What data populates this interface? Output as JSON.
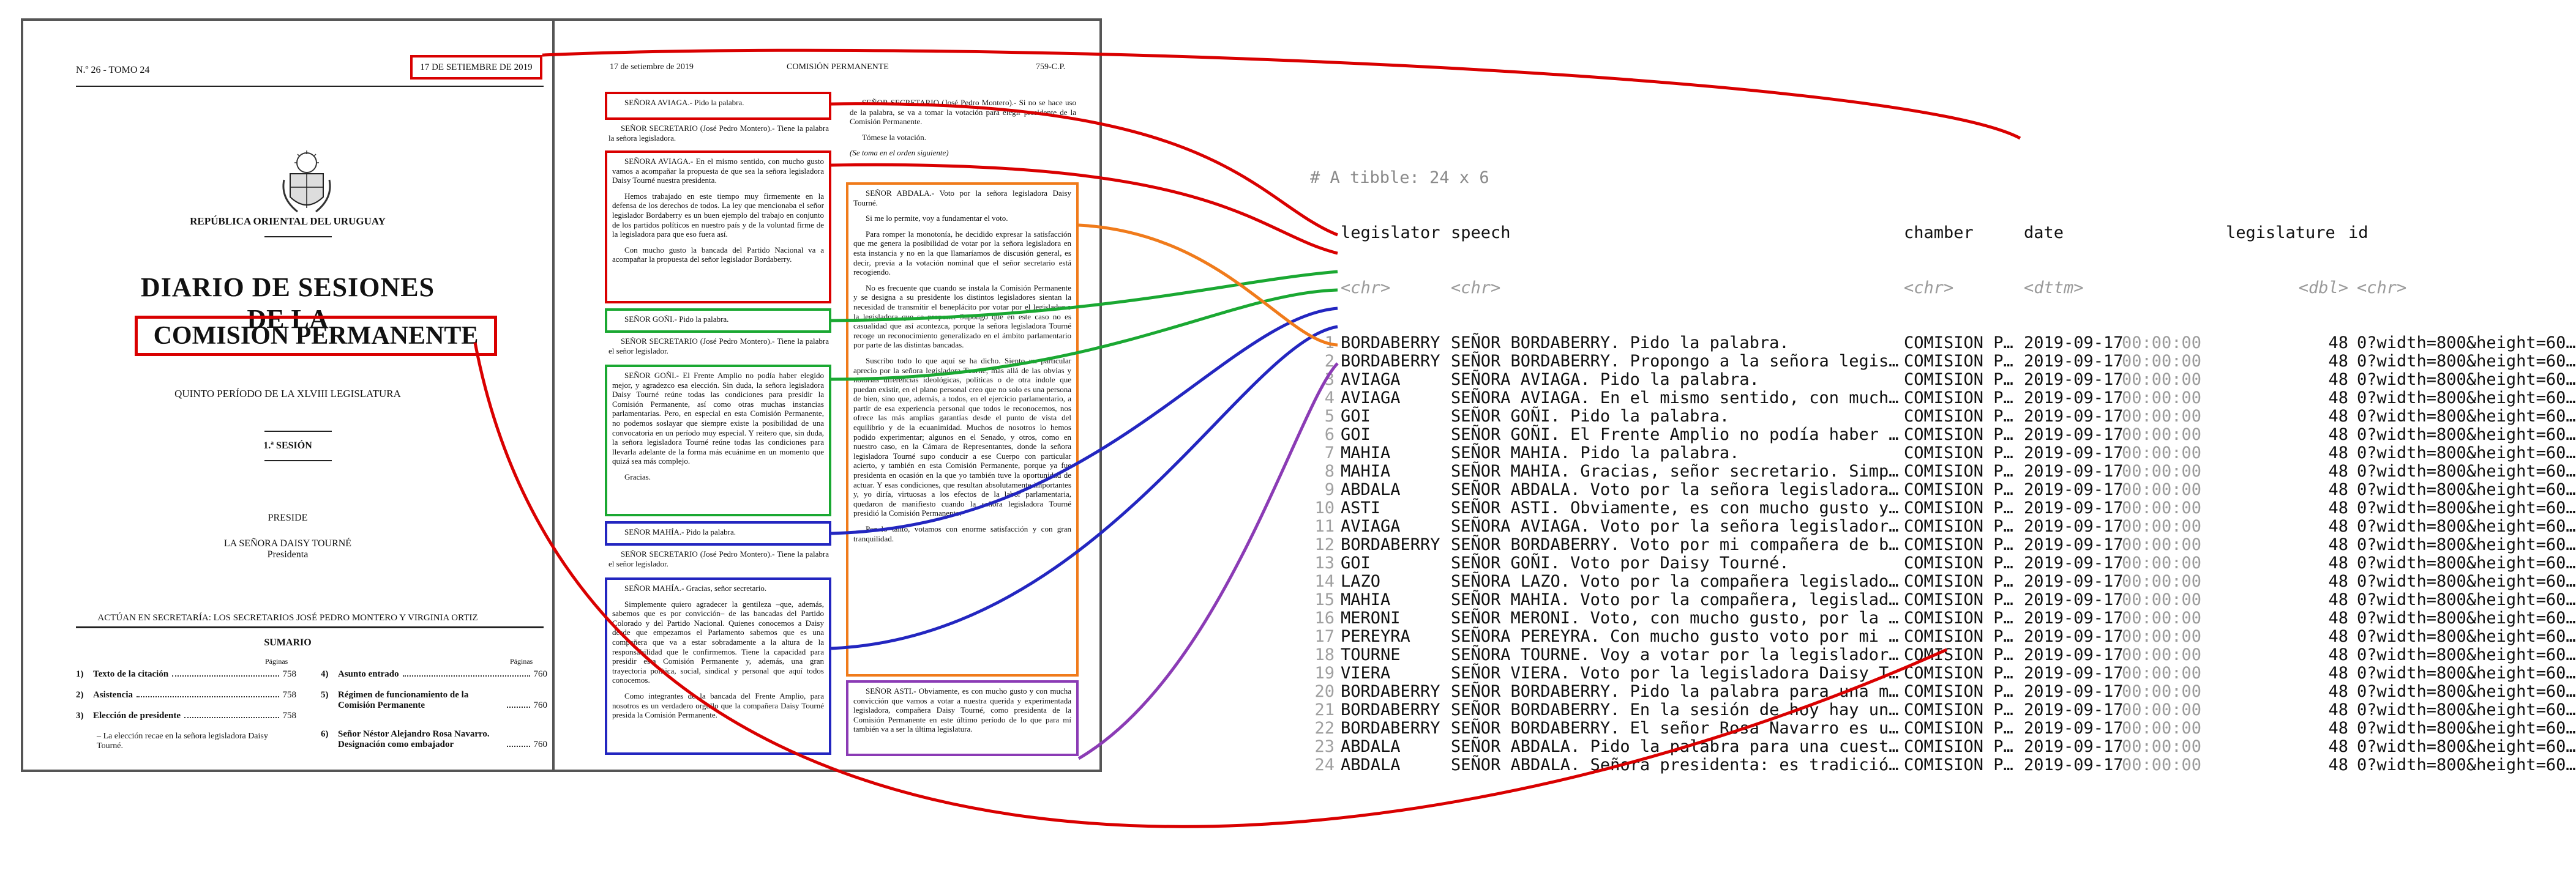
{
  "cover": {
    "issue": "N.º 26 - TOMO 24",
    "date": "17 DE SETIEMBRE DE 2019",
    "republic": "REPÚBLICA ORIENTAL DEL URUGUAY",
    "title_line1": "DIARIO DE SESIONES",
    "title_line2": "DE LA",
    "title_line3": "COMISIÓN PERMANENTE",
    "periodo": "QUINTO PERÍODO DE LA XLVIII LEGISLATURA",
    "sesion": "1.ª SESIÓN",
    "preside": "PRESIDE",
    "preside_name": "LA SEÑORA DAISY TOURNÉ",
    "preside_role": "Presidenta",
    "actuan": "ACTÚAN EN SECRETARÍA: LOS SECRETARIOS JOSÉ PEDRO MONTERO Y VIRGINIA ORTIZ",
    "sumario": "SUMARIO",
    "paginas": "Páginas",
    "items": [
      {
        "num": "1)",
        "text": "Texto de la citación",
        "page": "758"
      },
      {
        "num": "2)",
        "text": "Asistencia",
        "page": "758"
      },
      {
        "num": "3)",
        "text": "Elección de presidente",
        "page": "758"
      },
      {
        "num": "4)",
        "text": "Asunto entrado",
        "page": "760"
      },
      {
        "num": "5)",
        "text": "Régimen de funcionamiento de la Comisión Permanente",
        "page": "760"
      },
      {
        "num": "6)",
        "text": "Señor Néstor Alejandro Rosa Navarro. Designación como embajador",
        "page": "760"
      }
    ],
    "sub_item": "– La elección recae en la señora legisladora Daisy Tourné."
  },
  "right_page": {
    "date": "17 de setiembre de 2019",
    "title": "COMISIÓN PERMANENTE",
    "page": "759-C.P.",
    "col1": {
      "aviaga_short": "SEÑORA AVIAGA.- Pido la palabra.",
      "sec1": "SEÑOR SECRETARIO (José Pedro Montero).- Tiene la palabra la señora legisladora.",
      "aviaga_long": [
        "SEÑORA AVIAGA.- En el mismo sentido, con mucho gusto vamos a acompañar la propuesta de que sea la señora legisladora Daisy Tourné nuestra presidenta.",
        "Hemos trabajado en este tiempo muy firmemente en la defensa de los derechos de todos. La ley que mencionaba el señor legislador Bordaberry es un buen ejemplo del trabajo en conjunto de los partidos políticos en nuestro país y de la voluntad firme de la legisladora para que eso fuera así.",
        "Con mucho gusto la bancada del Partido Nacional va a acompañar la propuesta del señor legislador Bordaberry."
      ],
      "goni_short": "SEÑOR GOÑI.- Pido la palabra.",
      "sec2": "SEÑOR SECRETARIO (José Pedro Montero).- Tiene la palabra el señor legislador.",
      "goni_long": [
        "SEÑOR GOÑI.- El Frente Amplio no podía haber elegido mejor, y agradezco esa elección. Sin duda, la señora legisladora Daisy Tourné reúne todas las condiciones para presidir la Comisión Permanente, así como otras muchas instancias parlamentarias. Pero, en especial en esta Comisión Permanente, no podemos soslayar que siempre existe la posibilidad de una convocatoria en un período muy especial. Y reitero que, sin duda, la señora legisladora Tourné reúne todas las condiciones para llevarla adelante de la forma más ecuánime en un momento que quizá sea más complejo.",
        "Gracias."
      ],
      "mahia_short": "SEÑOR MAHÍA.- Pido la palabra.",
      "sec3": "SEÑOR SECRETARIO (José Pedro Montero).- Tiene la palabra el señor legislador.",
      "mahia_long": [
        "SEÑOR MAHÍA.- Gracias, señor secretario.",
        "Simplemente quiero agradecer la gentileza –que, además, sabemos que es por convicción– de las bancadas del Partido Colorado y del Partido Nacional. Quienes conocemos a Daisy desde que empezamos el Parlamento sabemos que es una compañera que va a estar sobradamente a la altura de la responsabilidad que le confirmemos. Tiene la capacidad para presidir esta Comisión Permanente y, además, una gran trayectoria política, social, sindical y personal que aquí todos conocemos.",
        "Como integrantes de la bancada del Frente Amplio, para nosotros es un verdadero orgullo que la compañera Daisy Tourné presida la Comisión Permanente."
      ]
    },
    "col2": {
      "sec_vote": "SEÑOR SECRETARIO (José Pedro Montero).- Si no se hace uso de la palabra, se va a tomar la votación para elegir presidente de la Comisión Permanente.",
      "tomese": "Tómese la votación.",
      "orden": "(Se toma en el orden siguiente)",
      "abdala": [
        "SEÑOR ABDALA.- Voto por la señora legisladora Daisy Tourné.",
        "Si me lo permite, voy a fundamentar el voto.",
        "Para romper la monotonía, he decidido expresar la satisfacción que me genera la posibilidad de votar por la señora legisladora en esta instancia y no en la que llamaríamos de discusión general, es decir, previa a la votación nominal que el señor secretario está recogiendo.",
        "No es frecuente que cuando se instala la Comisión Permanente y se designa a su presidente los distintos legisladores sientan la necesidad de transmitir el beneplácito por votar por el legislador o la legisladora que se propone. Supongo que en este caso no es casualidad que así acontezca, porque la señora legisladora Tourné recoge un reconocimiento generalizado en el ámbito parlamentario por parte de las distintas bancadas.",
        "Suscribo todo lo que aquí se ha dicho. Siento un particular aprecio por la señora legisladora Tourné; más allá de las obvias y notorias diferencias ideológicas, políticas o de otra índole que puedan existir, en el plano personal creo que no solo es una persona de bien, sino que, además, a todos, en el ejercicio parlamentario, a partir de esa experiencia personal que todos le reconocemos, nos ofrece las más amplias garantías desde el punto de vista del equilibrio y de la ecuanimidad. Muchos de nosotros lo hemos podido experimentar; algunos en el Senado, y otros, como en nuestro caso, en la Cámara de Representantes, donde la señora legisladora Tourné supo conducir a ese Cuerpo con particular acierto, y también en esta Comisión Permanente, porque ya fue presidenta en ocasión en la que yo también tuve la oportunidad de actuar. Y esas condiciones, que resultan absolutamente importantes y, yo diría, virtuosas a los efectos de la labor parlamentaria, quedaron de manifiesto cuando la señora legisladora Tourné presidió la Comisión Permanente.",
        "Por lo tanto, votamos con enorme satisfacción y con gran tranquilidad."
      ],
      "asti": "SEÑOR ASTI.- Obviamente, es con mucho gusto y con mucha convicción que vamos a votar a nuestra querida y experimentada legisladora, compañera Daisy Tourné, como presidenta de la Comisión Permanente en este último período de lo que para mí también va a ser la última legislatura."
    }
  },
  "tibble": {
    "comment": "# A tibble: 24 x 6",
    "columns": [
      "legislator",
      "speech",
      "chamber",
      "date",
      "legislature",
      "id"
    ],
    "types": [
      "<chr>",
      "<chr>",
      "<chr>",
      "<dttm>",
      "<dbl>",
      "<chr>"
    ],
    "rows": [
      {
        "n": "1",
        "legislator": "BORDABERRY",
        "speech": "SEÑOR BORDABERRY. Pido la palabra.",
        "chamber": "COMISION P…",
        "date": "2019-09-17",
        "time": "00:00:00",
        "legislature": "48",
        "id": "0?width=800&height=60…"
      },
      {
        "n": "2",
        "legislator": "BORDABERRY",
        "speech": "SEÑOR BORDABERRY. Propongo a la señora legis…",
        "chamber": "COMISION P…",
        "date": "2019-09-17",
        "time": "00:00:00",
        "legislature": "48",
        "id": "0?width=800&height=60…"
      },
      {
        "n": "3",
        "legislator": "AVIAGA",
        "speech": "SEÑORA AVIAGA. Pido la palabra.",
        "chamber": "COMISION P…",
        "date": "2019-09-17",
        "time": "00:00:00",
        "legislature": "48",
        "id": "0?width=800&height=60…"
      },
      {
        "n": "4",
        "legislator": "AVIAGA",
        "speech": "SEÑORA AVIAGA. En el mismo sentido, con much…",
        "chamber": "COMISION P…",
        "date": "2019-09-17",
        "time": "00:00:00",
        "legislature": "48",
        "id": "0?width=800&height=60…"
      },
      {
        "n": "5",
        "legislator": "GOI",
        "speech": "SEÑOR GOÑI. Pido la palabra.",
        "chamber": "COMISION P…",
        "date": "2019-09-17",
        "time": "00:00:00",
        "legislature": "48",
        "id": "0?width=800&height=60…"
      },
      {
        "n": "6",
        "legislator": "GOI",
        "speech": "SEÑOR GOÑI. El Frente Amplio no podía haber …",
        "chamber": "COMISION P…",
        "date": "2019-09-17",
        "time": "00:00:00",
        "legislature": "48",
        "id": "0?width=800&height=60…"
      },
      {
        "n": "7",
        "legislator": "MAHIA",
        "speech": "SEÑOR MAHIA. Pido la palabra.",
        "chamber": "COMISION P…",
        "date": "2019-09-17",
        "time": "00:00:00",
        "legislature": "48",
        "id": "0?width=800&height=60…"
      },
      {
        "n": "8",
        "legislator": "MAHIA",
        "speech": "SEÑOR MAHIA. Gracias, señor secretario. Simp…",
        "chamber": "COMISION P…",
        "date": "2019-09-17",
        "time": "00:00:00",
        "legislature": "48",
        "id": "0?width=800&height=60…"
      },
      {
        "n": "9",
        "legislator": "ABDALA",
        "speech": "SEÑOR ABDALA. Voto por la señora legisladora…",
        "chamber": "COMISION P…",
        "date": "2019-09-17",
        "time": "00:00:00",
        "legislature": "48",
        "id": "0?width=800&height=60…"
      },
      {
        "n": "10",
        "legislator": "ASTI",
        "speech": "SEÑOR ASTI. Obviamente, es con mucho gusto y…",
        "chamber": "COMISION P…",
        "date": "2019-09-17",
        "time": "00:00:00",
        "legislature": "48",
        "id": "0?width=800&height=60…"
      },
      {
        "n": "11",
        "legislator": "AVIAGA",
        "speech": "SEÑORA AVIAGA. Voto por la señora legislador…",
        "chamber": "COMISION P…",
        "date": "2019-09-17",
        "time": "00:00:00",
        "legislature": "48",
        "id": "0?width=800&height=60…"
      },
      {
        "n": "12",
        "legislator": "BORDABERRY",
        "speech": "SEÑOR BORDABERRY. Voto por mi compañera de b…",
        "chamber": "COMISION P…",
        "date": "2019-09-17",
        "time": "00:00:00",
        "legislature": "48",
        "id": "0?width=800&height=60…"
      },
      {
        "n": "13",
        "legislator": "GOI",
        "speech": "SEÑOR GOÑI. Voto por Daisy Tourné.",
        "chamber": "COMISION P…",
        "date": "2019-09-17",
        "time": "00:00:00",
        "legislature": "48",
        "id": "0?width=800&height=60…"
      },
      {
        "n": "14",
        "legislator": "LAZO",
        "speech": "SEÑORA LAZO. Voto por la compañera legislado…",
        "chamber": "COMISION P…",
        "date": "2019-09-17",
        "time": "00:00:00",
        "legislature": "48",
        "id": "0?width=800&height=60…"
      },
      {
        "n": "15",
        "legislator": "MAHIA",
        "speech": "SEÑOR MAHIA. Voto por la compañera, legislad…",
        "chamber": "COMISION P…",
        "date": "2019-09-17",
        "time": "00:00:00",
        "legislature": "48",
        "id": "0?width=800&height=60…"
      },
      {
        "n": "16",
        "legislator": "MERONI",
        "speech": "SEÑOR MERONI. Voto, con mucho gusto, por la …",
        "chamber": "COMISION P…",
        "date": "2019-09-17",
        "time": "00:00:00",
        "legislature": "48",
        "id": "0?width=800&height=60…"
      },
      {
        "n": "17",
        "legislator": "PEREYRA",
        "speech": "SEÑORA PEREYRA. Con mucho gusto voto por mi …",
        "chamber": "COMISION P…",
        "date": "2019-09-17",
        "time": "00:00:00",
        "legislature": "48",
        "id": "0?width=800&height=60…"
      },
      {
        "n": "18",
        "legislator": "TOURNE",
        "speech": "SEÑORA TOURNE. Voy a votar por la legislador…",
        "chamber": "COMISION P…",
        "date": "2019-09-17",
        "time": "00:00:00",
        "legislature": "48",
        "id": "0?width=800&height=60…"
      },
      {
        "n": "19",
        "legislator": "VIERA",
        "speech": "SEÑOR VIERA. Voto por la legisladora Daisy T…",
        "chamber": "COMISION P…",
        "date": "2019-09-17",
        "time": "00:00:00",
        "legislature": "48",
        "id": "0?width=800&height=60…"
      },
      {
        "n": "20",
        "legislator": "BORDABERRY",
        "speech": "SEÑOR BORDABERRY. Pido la palabra para una m…",
        "chamber": "COMISION P…",
        "date": "2019-09-17",
        "time": "00:00:00",
        "legislature": "48",
        "id": "0?width=800&height=60…"
      },
      {
        "n": "21",
        "legislator": "BORDABERRY",
        "speech": "SEÑOR BORDABERRY. En la sesión de hoy hay un…",
        "chamber": "COMISION P…",
        "date": "2019-09-17",
        "time": "00:00:00",
        "legislature": "48",
        "id": "0?width=800&height=60…"
      },
      {
        "n": "22",
        "legislator": "BORDABERRY",
        "speech": "SEÑOR BORDABERRY. El señor Rosa Navarro es u…",
        "chamber": "COMISION P…",
        "date": "2019-09-17",
        "time": "00:00:00",
        "legislature": "48",
        "id": "0?width=800&height=60…"
      },
      {
        "n": "23",
        "legislator": "ABDALA",
        "speech": "SEÑOR ABDALA. Pido la palabra para una cuest…",
        "chamber": "COMISION P…",
        "date": "2019-09-17",
        "time": "00:00:00",
        "legislature": "48",
        "id": "0?width=800&height=60…"
      },
      {
        "n": "24",
        "legislator": "ABDALA",
        "speech": "SEÑOR ABDALA. Señora presidenta: es tradició…",
        "chamber": "COMISION P…",
        "date": "2019-09-17",
        "time": "00:00:00",
        "legislature": "48",
        "id": "0?width=800&height=60…"
      }
    ]
  },
  "colors": {
    "red": "#d90000",
    "green": "#1aa832",
    "blue": "#2326c0",
    "orange": "#f07b1b",
    "purple": "#8b3bb5"
  }
}
